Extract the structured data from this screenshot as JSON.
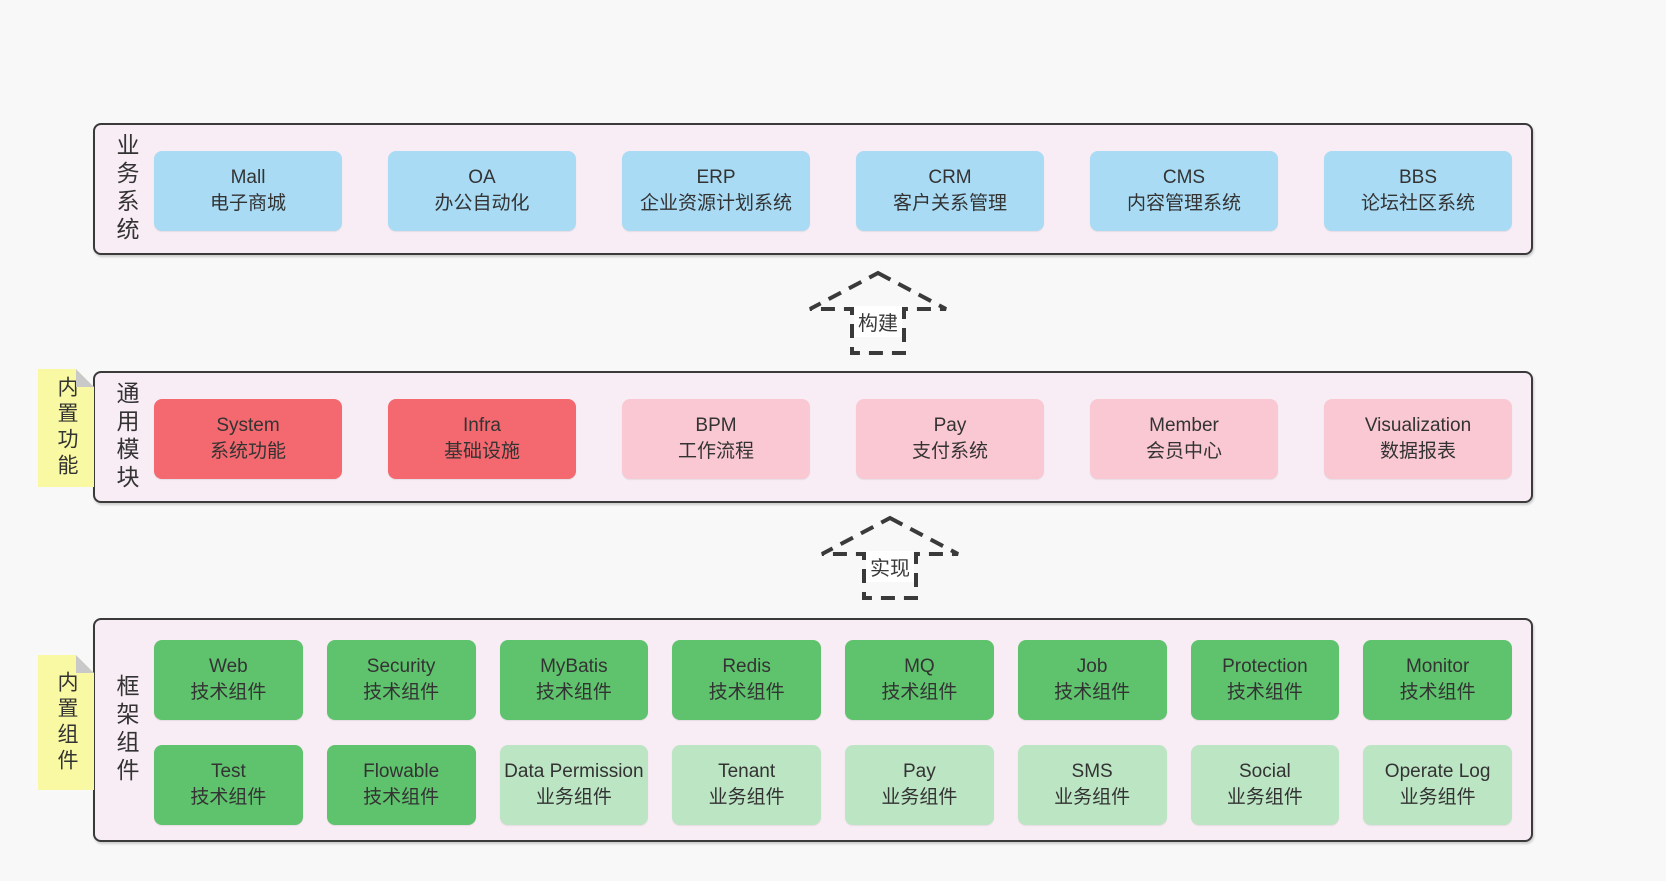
{
  "business": {
    "label": "业务系统",
    "boxes": [
      {
        "en": "Mall",
        "zh": "电子商城"
      },
      {
        "en": "OA",
        "zh": "办公自动化"
      },
      {
        "en": "ERP",
        "zh": "企业资源计划系统"
      },
      {
        "en": "CRM",
        "zh": "客户关系管理"
      },
      {
        "en": "CMS",
        "zh": "内容管理系统"
      },
      {
        "en": "BBS",
        "zh": "论坛社区系统"
      }
    ]
  },
  "arrows": [
    {
      "label": "构建"
    },
    {
      "label": "实现"
    }
  ],
  "modules": {
    "label": "通用模块",
    "sticky": "内置功能",
    "boxes": [
      {
        "en": "System",
        "zh": "系统功能",
        "variant": "red"
      },
      {
        "en": "Infra",
        "zh": "基础设施",
        "variant": "red"
      },
      {
        "en": "BPM",
        "zh": "工作流程",
        "variant": "pink"
      },
      {
        "en": "Pay",
        "zh": "支付系统",
        "variant": "pink"
      },
      {
        "en": "Member",
        "zh": "会员中心",
        "variant": "pink"
      },
      {
        "en": "Visualization",
        "zh": "数据报表",
        "variant": "pink"
      }
    ]
  },
  "components": {
    "label": "框架组件",
    "sticky": "内置组件",
    "row1": [
      {
        "en": "Web",
        "zh": "技术组件",
        "variant": "green-dark"
      },
      {
        "en": "Security",
        "zh": "技术组件",
        "variant": "green-dark"
      },
      {
        "en": "MyBatis",
        "zh": "技术组件",
        "variant": "green-dark"
      },
      {
        "en": "Redis",
        "zh": "技术组件",
        "variant": "green-dark"
      },
      {
        "en": "MQ",
        "zh": "技术组件",
        "variant": "green-dark"
      },
      {
        "en": "Job",
        "zh": "技术组件",
        "variant": "green-dark"
      },
      {
        "en": "Protection",
        "zh": "技术组件",
        "variant": "green-dark"
      },
      {
        "en": "Monitor",
        "zh": "技术组件",
        "variant": "green-dark"
      }
    ],
    "row2": [
      {
        "en": "Test",
        "zh": "技术组件",
        "variant": "green-dark"
      },
      {
        "en": "Flowable",
        "zh": "技术组件",
        "variant": "green-dark"
      },
      {
        "en": "Data Permission",
        "zh": "业务组件",
        "variant": "green-light"
      },
      {
        "en": "Tenant",
        "zh": "业务组件",
        "variant": "green-light"
      },
      {
        "en": "Pay",
        "zh": "业务组件",
        "variant": "green-light"
      },
      {
        "en": "SMS",
        "zh": "业务组件",
        "variant": "green-light"
      },
      {
        "en": "Social",
        "zh": "业务组件",
        "variant": "green-light"
      },
      {
        "en": "Operate Log",
        "zh": "业务组件",
        "variant": "green-light"
      }
    ]
  },
  "colors": {
    "page_bg": "#f8f8f8",
    "section_bg": "#f8edf5",
    "section_border": "#3a3a3a",
    "blue_box": "#a9dbf5",
    "red_box": "#f4696f",
    "pink_box": "#fac8d3",
    "green_dark_box": "#5fc36d",
    "green_light_box": "#bce5c4",
    "sticky_bg": "#faf9a3",
    "sticky_fold": "#c9c9c9",
    "text": "#333333"
  }
}
